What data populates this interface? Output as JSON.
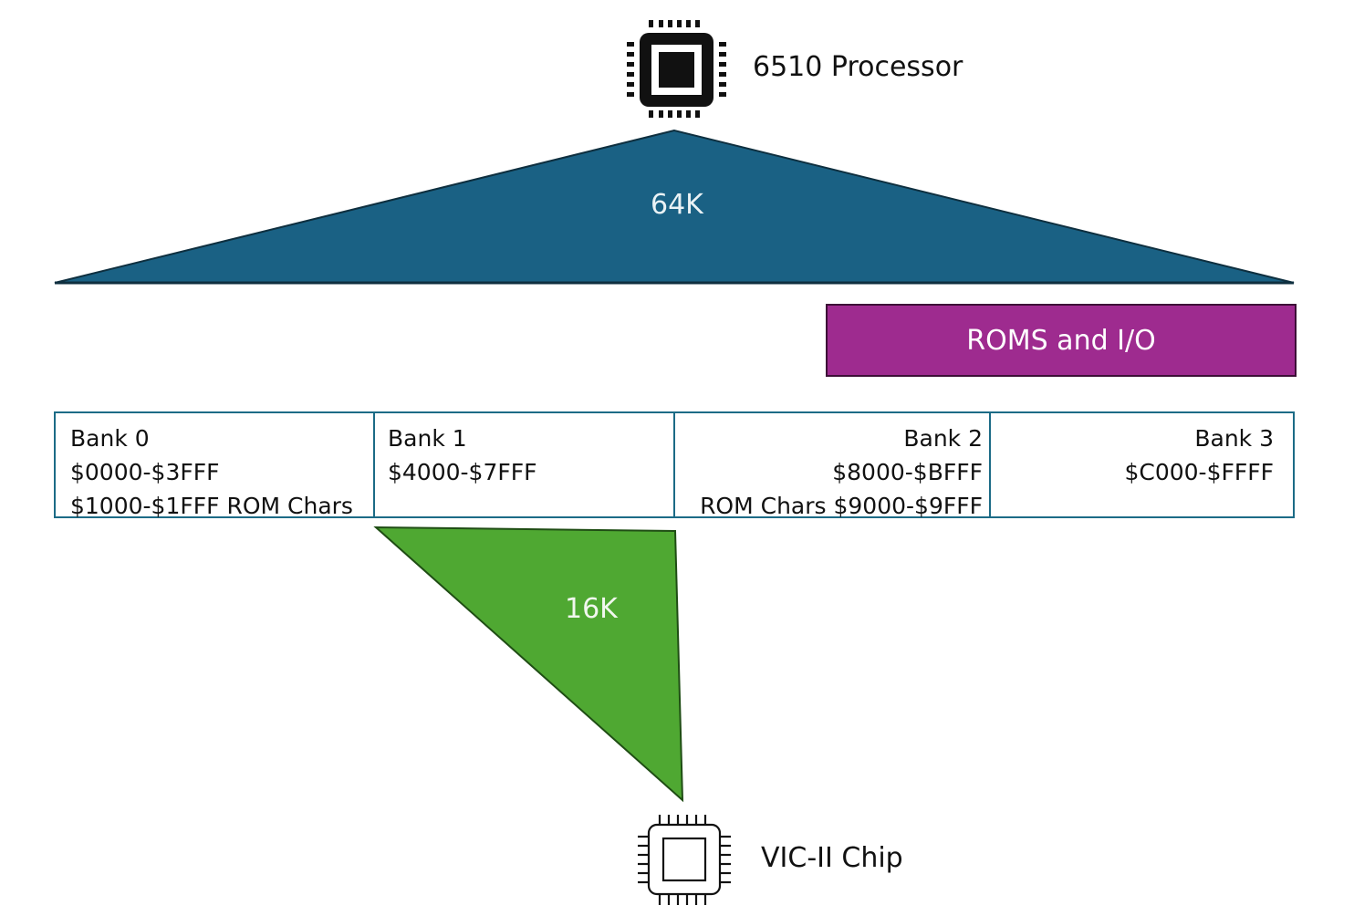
{
  "processor": {
    "label": "6510 Processor",
    "icon": "cpu-chip-icon-filled"
  },
  "memory_fan": {
    "label": "64K",
    "color": "#1a6184"
  },
  "roms_io": {
    "label": "ROMS and I/O",
    "color": "#9e2b8f"
  },
  "banks": [
    {
      "name": "Bank 0",
      "range": "$0000-$3FFF",
      "note": "$1000-$1FFF ROM Chars"
    },
    {
      "name": "Bank 1",
      "range": "$4000-$7FFF",
      "note": ""
    },
    {
      "name": "Bank 2",
      "range": "$8000-$BFFF",
      "note": "ROM Chars $9000-$9FFF"
    },
    {
      "name": "Bank 3",
      "range": "$C000-$FFFF",
      "note": ""
    }
  ],
  "vic_window": {
    "label": "16K",
    "color": "#4fa832"
  },
  "vic": {
    "label": "VIC-II Chip",
    "icon": "cpu-chip-icon-outline"
  }
}
